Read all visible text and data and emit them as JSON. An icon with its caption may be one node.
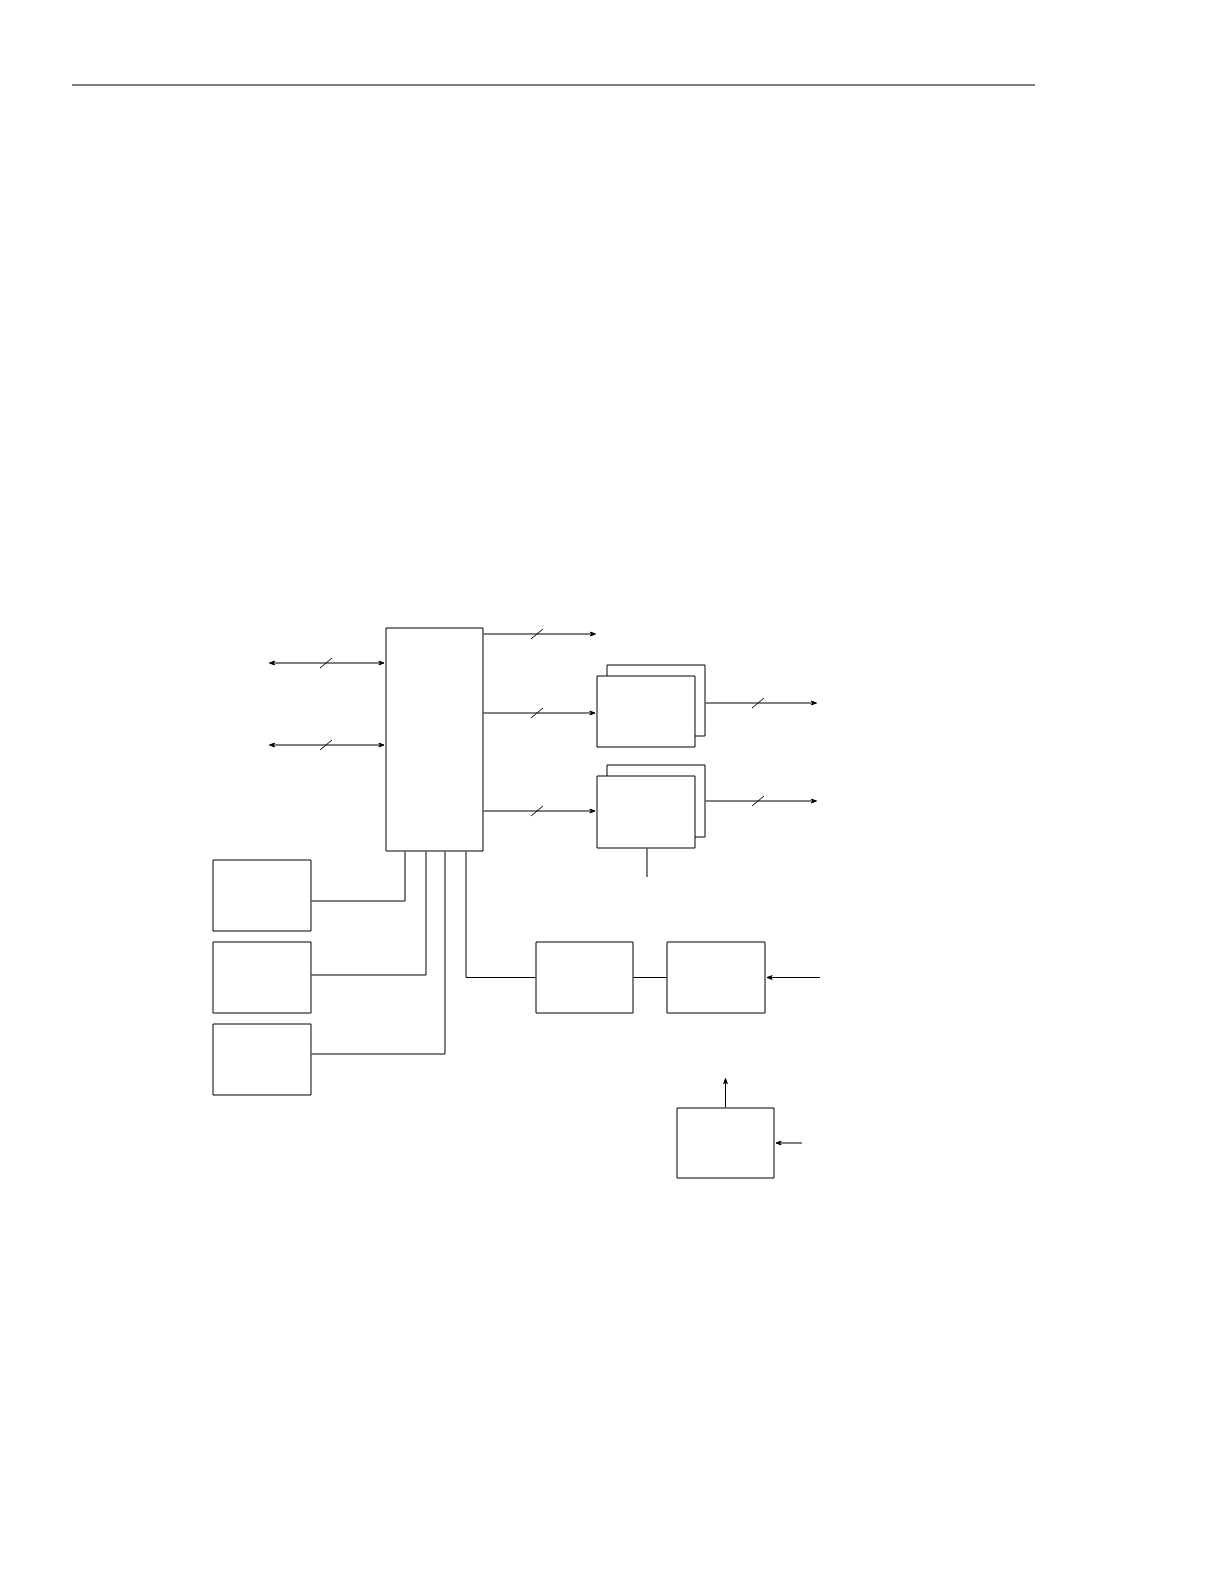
{
  "diagram": {
    "nodes": [
      {
        "text": [],
        "shape": "box"
      },
      {
        "text": [],
        "shape": "box"
      },
      {
        "text": [],
        "shape": "box"
      },
      {
        "text": [],
        "shape": "box"
      },
      {
        "text": [],
        "shape": "box"
      },
      {
        "text": [],
        "shape": "box"
      },
      {
        "text": [],
        "shape": "box"
      },
      {
        "text": [],
        "shape": "box"
      },
      {
        "text": [],
        "shape": "box"
      }
    ],
    "edges": [
      {
        "from": null,
        "to": 0,
        "arrow": "both"
      },
      {
        "from": null,
        "to": 0,
        "arrow": "both"
      },
      {
        "from": 0,
        "to": null,
        "arrow": "to"
      },
      {
        "from": 0,
        "to": 1,
        "arrow": "to"
      },
      {
        "from": 0,
        "to": 2,
        "arrow": "to"
      },
      {
        "from": 1,
        "to": null,
        "arrow": "to"
      },
      {
        "from": 2,
        "to": null,
        "arrow": "to"
      },
      {
        "from": 2,
        "to": null,
        "arrow": "none"
      },
      {
        "from": 3,
        "to": 0,
        "arrow": "none"
      },
      {
        "from": 4,
        "to": 0,
        "arrow": "none"
      },
      {
        "from": 5,
        "to": 0,
        "arrow": "none"
      },
      {
        "from": 0,
        "to": 6,
        "arrow": "none"
      },
      {
        "from": 6,
        "to": 7,
        "arrow": "none"
      },
      {
        "from": null,
        "to": 7,
        "arrow": "to"
      },
      {
        "from": 8,
        "to": null,
        "arrow": "to"
      },
      {
        "from": null,
        "to": 8,
        "arrow": "to"
      }
    ]
  }
}
